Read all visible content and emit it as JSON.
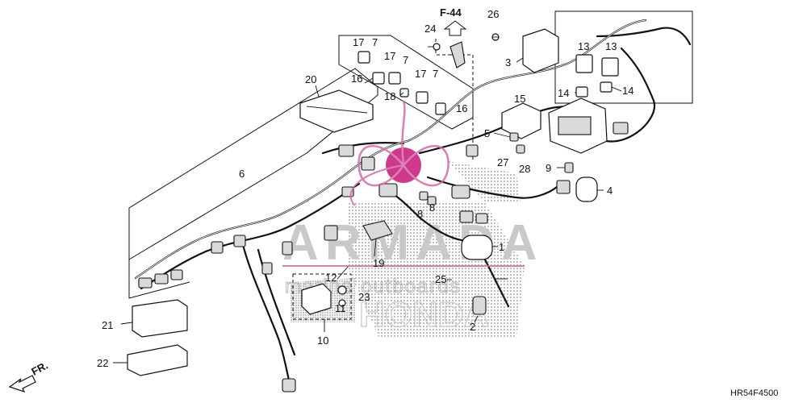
{
  "diagram": {
    "ref_code": "F-44",
    "diagram_code": "HR54F4500",
    "direction_label": "FR."
  },
  "watermark": {
    "brand": "ARMADA",
    "tagline": "marine outboards",
    "maker": "HONDA",
    "logo_color": "#c7177a"
  },
  "callouts": [
    {
      "id": "c1",
      "label": "1"
    },
    {
      "id": "c2",
      "label": "2"
    },
    {
      "id": "c3",
      "label": "3"
    },
    {
      "id": "c4",
      "label": "4"
    },
    {
      "id": "c5",
      "label": "5"
    },
    {
      "id": "c6",
      "label": "6"
    },
    {
      "id": "c7a",
      "label": "7"
    },
    {
      "id": "c7b",
      "label": "7"
    },
    {
      "id": "c7c",
      "label": "7"
    },
    {
      "id": "c8a",
      "label": "8"
    },
    {
      "id": "c8b",
      "label": "8"
    },
    {
      "id": "c9",
      "label": "9"
    },
    {
      "id": "c10",
      "label": "10"
    },
    {
      "id": "c11",
      "label": "11"
    },
    {
      "id": "c12",
      "label": "12"
    },
    {
      "id": "c13a",
      "label": "13"
    },
    {
      "id": "c13b",
      "label": "13"
    },
    {
      "id": "c14a",
      "label": "14"
    },
    {
      "id": "c14b",
      "label": "14"
    },
    {
      "id": "c15",
      "label": "15"
    },
    {
      "id": "c16a",
      "label": "16"
    },
    {
      "id": "c16b",
      "label": "16"
    },
    {
      "id": "c17a",
      "label": "17"
    },
    {
      "id": "c17b",
      "label": "17"
    },
    {
      "id": "c17c",
      "label": "17"
    },
    {
      "id": "c18",
      "label": "18"
    },
    {
      "id": "c19",
      "label": "19"
    },
    {
      "id": "c20",
      "label": "20"
    },
    {
      "id": "c21",
      "label": "21"
    },
    {
      "id": "c22",
      "label": "22"
    },
    {
      "id": "c23",
      "label": "23"
    },
    {
      "id": "c24",
      "label": "24"
    },
    {
      "id": "c25",
      "label": "25"
    },
    {
      "id": "c26",
      "label": "26"
    },
    {
      "id": "c27",
      "label": "27"
    },
    {
      "id": "c28",
      "label": "28"
    }
  ]
}
